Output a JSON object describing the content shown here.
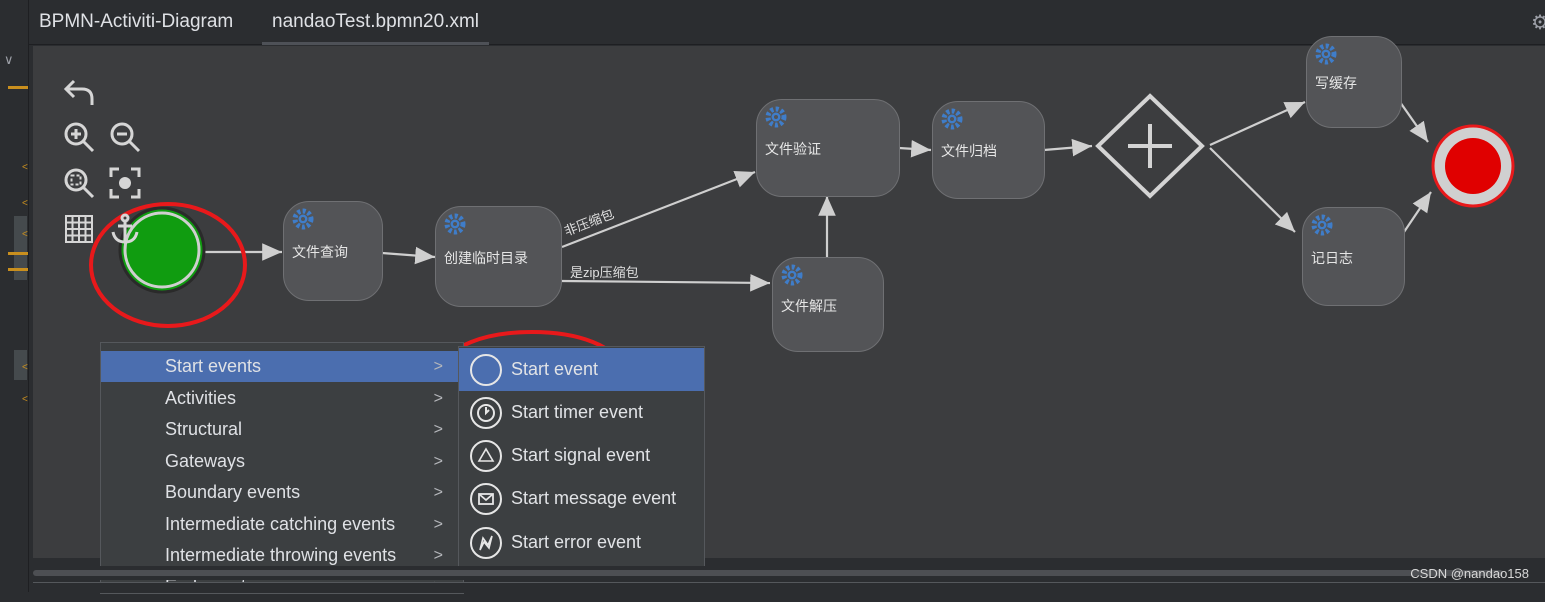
{
  "tabs": [
    {
      "label": "BPMN-Activiti-Diagram"
    },
    {
      "label": "nandaoTest.bpmn20.xml"
    }
  ],
  "diagram": {
    "tasks": [
      {
        "label": "文件查询"
      },
      {
        "label": "创建临时目录"
      },
      {
        "label": "文件验证"
      },
      {
        "label": "文件归档"
      },
      {
        "label": "文件解压"
      },
      {
        "label": "写缓存"
      },
      {
        "label": "记日志"
      }
    ],
    "flows": {
      "non_compressed": "非压缩包",
      "zip_compressed": "是zip压缩包"
    },
    "start_color": "#109c10",
    "end_color": "#e00000",
    "annotation_color": "#e8191b"
  },
  "toolbar": [
    {
      "icon": "undo-icon"
    },
    {
      "icon": "zoom-in-icon"
    },
    {
      "icon": "zoom-out-icon"
    },
    {
      "icon": "zoom-fit-icon"
    },
    {
      "icon": "zoom-actual-icon"
    },
    {
      "icon": "grid-icon"
    },
    {
      "icon": "anchor-icon"
    }
  ],
  "context_menu": {
    "items": [
      {
        "label": "Start events"
      },
      {
        "label": "Activities"
      },
      {
        "label": "Structural"
      },
      {
        "label": "Gateways"
      },
      {
        "label": "Boundary events"
      },
      {
        "label": "Intermediate catching events"
      },
      {
        "label": "Intermediate throwing events"
      },
      {
        "label": "End events"
      }
    ],
    "arrow": ">",
    "selected_index": 0
  },
  "submenu": {
    "items": [
      {
        "label": "Start event",
        "icon": "circle-icon"
      },
      {
        "label": "Start timer event",
        "icon": "timer-icon"
      },
      {
        "label": "Start signal event",
        "icon": "signal-icon"
      },
      {
        "label": "Start message event",
        "icon": "message-icon"
      },
      {
        "label": "Start error event",
        "icon": "error-icon"
      }
    ],
    "selected_index": 0
  },
  "watermark": "CSDN @nandao158"
}
